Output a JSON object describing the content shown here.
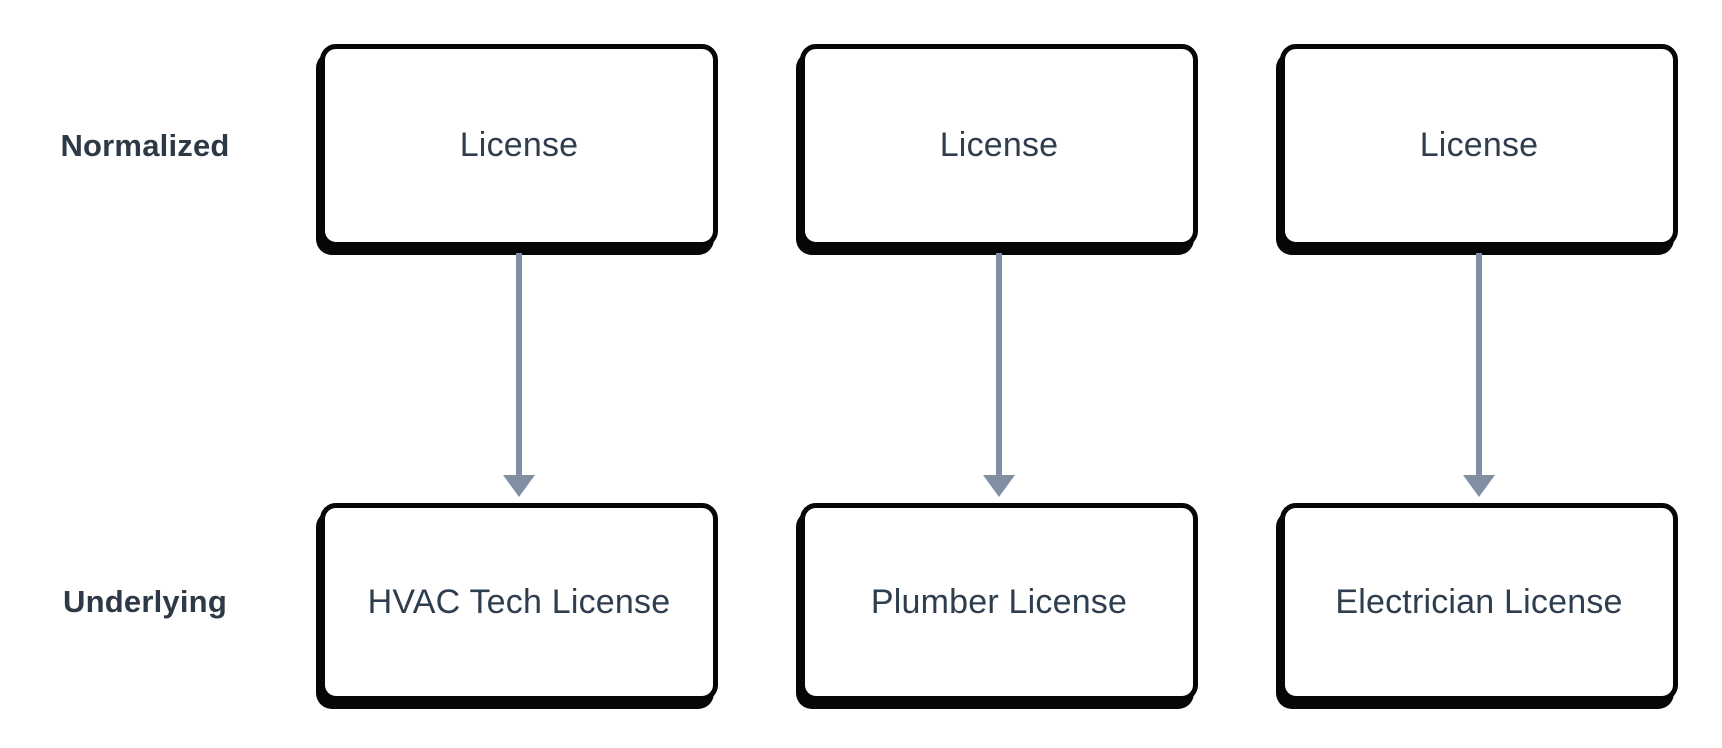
{
  "diagram": {
    "title": "license-normalization-mapping",
    "row_labels": [
      {
        "id": "normalized",
        "label": "Normalized"
      },
      {
        "id": "underlying",
        "label": "Underlying"
      }
    ],
    "columns": [
      {
        "normalized": "License",
        "underlying": "HVAC Tech License"
      },
      {
        "normalized": "License",
        "underlying": "Plumber License"
      },
      {
        "normalized": "License",
        "underlying": "Electrician License"
      }
    ],
    "connectors": [
      {
        "from": "License",
        "to": "HVAC Tech License",
        "direction": "down"
      },
      {
        "from": "License",
        "to": "Plumber License",
        "direction": "down"
      },
      {
        "from": "License",
        "to": "Electrician License",
        "direction": "down"
      }
    ],
    "colors": {
      "background": "#ffffff",
      "node_fill": "#ffffff",
      "node_border": "#060606",
      "node_text": "#2e3e4f",
      "row_label_text": "#2d3946",
      "arrow": "#8090a2"
    }
  }
}
